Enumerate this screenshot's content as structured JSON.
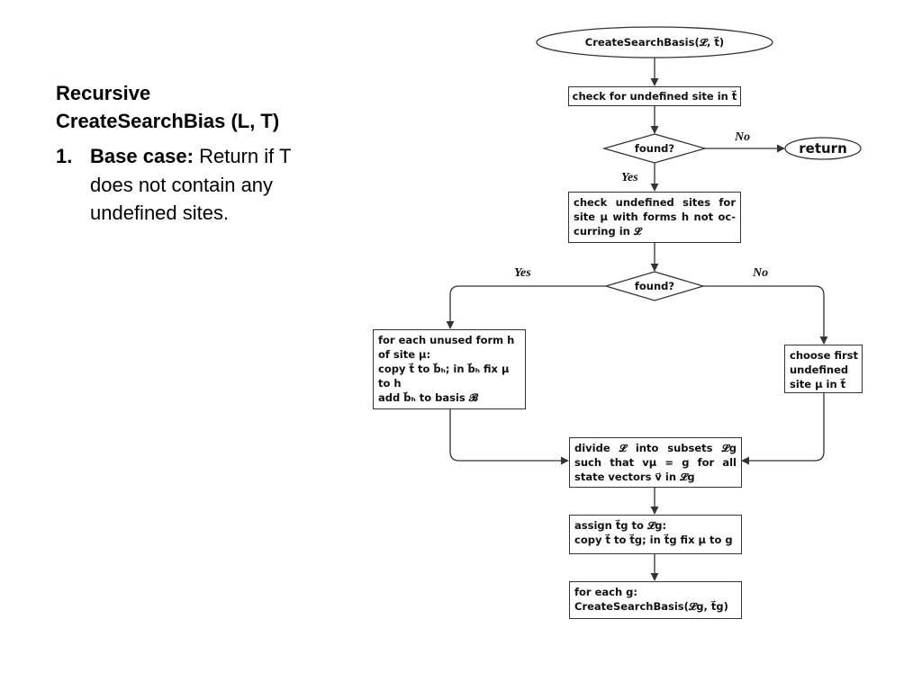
{
  "slide": {
    "title_lines": [
      "Recursive",
      "CreateSearchBias (L, T)"
    ],
    "points": [
      {
        "number": "1.",
        "label": "Base case:",
        "text": "Return if T does not contain any undefined sites."
      }
    ]
  },
  "flowchart": {
    "start": "CreateSearchBasis(𝓛, t⃗)",
    "check_site": "check for undefined site in t⃗",
    "decision_1": "found?",
    "decision_1_no": "No",
    "decision_1_yes": "Yes",
    "return": "return",
    "check_forms": [
      "check undefined sites for",
      "site μ with forms h not oc-",
      "curring in 𝓛"
    ],
    "decision_2": "found?",
    "decision_2_yes": "Yes",
    "decision_2_no": "No",
    "unused_forms": [
      "for each unused form h",
      "of site μ:",
      "copy t⃗ to b⃗ₕ; in b⃗ₕ fix μ",
      "to h",
      "add b⃗ₕ to basis 𝓑"
    ],
    "choose_site": [
      "choose first",
      "undefined",
      "site μ in t⃗"
    ],
    "divide": [
      "divide 𝓛 into subsets 𝓛g",
      "such that vμ = g for all",
      "state vectors v⃗ in 𝓛g"
    ],
    "assign": [
      "assign t⃗g to 𝓛g:",
      "copy t⃗ to t⃗g; in t⃗g fix μ to g"
    ],
    "recurse": [
      "for each g:",
      "CreateSearchBasis(𝓛g, t⃗g)"
    ]
  }
}
